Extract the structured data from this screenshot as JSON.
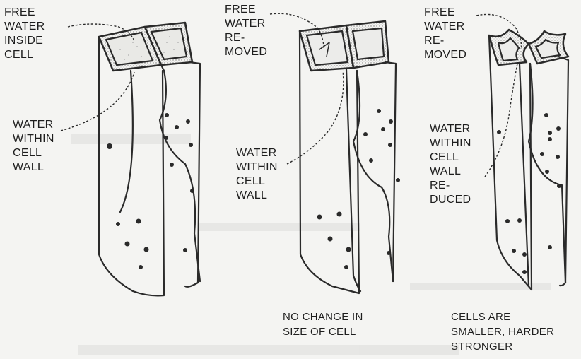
{
  "panels": [
    {
      "id": "panel-1",
      "top_label": "FREE\nWATER\nINSIDE\nCELL",
      "side_label": "WATER\nWITHIN\nCELL\nWALL",
      "caption": ""
    },
    {
      "id": "panel-2",
      "top_label": "FREE\nWATER\nRE-\nMOVED",
      "side_label": "WATER\nWITHIN\nCELL\nWALL",
      "caption": "NO CHANGE IN\nSIZE OF CELL"
    },
    {
      "id": "panel-3",
      "top_label": "FREE\nWATER\nRE-\nMOVED",
      "side_label": "WATER\nWITHIN\nCELL\nWALL\nRE-\nDUCED",
      "caption": "CELLS ARE\nSMALLER, HARDER\nSTRONGER"
    }
  ],
  "colors": {
    "ink": "#2a2a2a",
    "paper": "#f4f4f2",
    "stipple": "#8a8a8a"
  }
}
